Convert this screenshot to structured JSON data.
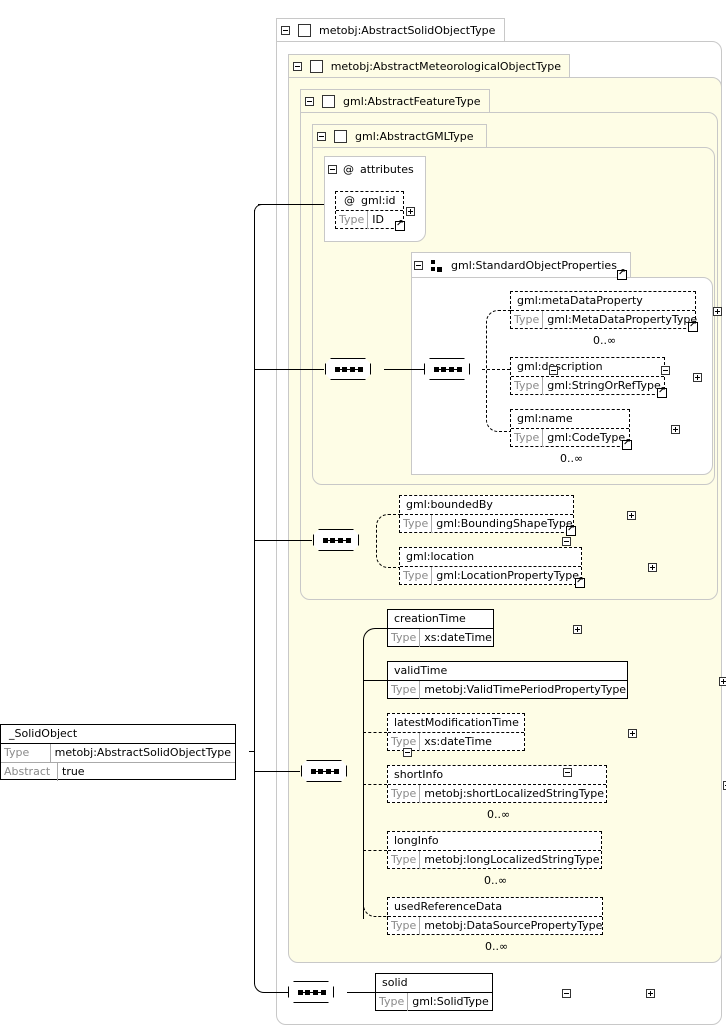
{
  "root": {
    "name": "_SolidObject",
    "type_label": "Type",
    "type_value": "metobj:AbstractSolidObjectType",
    "abstract_label": "Abstract",
    "abstract_value": "true"
  },
  "tabs": {
    "solid_type": "metobj:AbstractSolidObjectType",
    "met_type": "metobj:AbstractMeteorologicalObjectType",
    "feature_type": "gml:AbstractFeatureType",
    "gml_type": "gml:AbstractGMLType",
    "attributes": "attributes",
    "std_props": "gml:StandardObjectProperties"
  },
  "at_symbol": "@",
  "gml_id": {
    "name": "gml:id",
    "type_label": "Type",
    "type_value": "ID"
  },
  "std_elements": [
    {
      "name": "gml:metaDataProperty",
      "type_label": "Type",
      "type_value": "gml:MetaDataPropertyType",
      "occ": "0..∞"
    },
    {
      "name": "gml:description",
      "type_label": "Type",
      "type_value": "gml:StringOrRefType"
    },
    {
      "name": "gml:name",
      "type_label": "Type",
      "type_value": "gml:CodeType",
      "occ": "0..∞"
    }
  ],
  "feature_elements": [
    {
      "name": "gml:boundedBy",
      "type_label": "Type",
      "type_value": "gml:BoundingShapeType"
    },
    {
      "name": "gml:location",
      "type_label": "Type",
      "type_value": "gml:LocationPropertyType"
    }
  ],
  "met_elements": [
    {
      "name": "creationTime",
      "type_label": "Type",
      "type_value": "xs:dateTime"
    },
    {
      "name": "validTime",
      "type_label": "Type",
      "type_value": "metobj:ValidTimePeriodPropertyType"
    },
    {
      "name": "latestModificationTime",
      "type_label": "Type",
      "type_value": "xs:dateTime"
    },
    {
      "name": "shortInfo",
      "type_label": "Type",
      "type_value": "metobj:shortLocalizedStringType",
      "occ": "0..∞"
    },
    {
      "name": "longInfo",
      "type_label": "Type",
      "type_value": "metobj:longLocalizedStringType",
      "occ": "0..∞"
    },
    {
      "name": "usedReferenceData",
      "type_label": "Type",
      "type_value": "metobj:DataSourcePropertyType",
      "occ": "0..∞"
    }
  ],
  "solid": {
    "name": "solid",
    "type_label": "Type",
    "type_value": "gml:SolidType"
  }
}
